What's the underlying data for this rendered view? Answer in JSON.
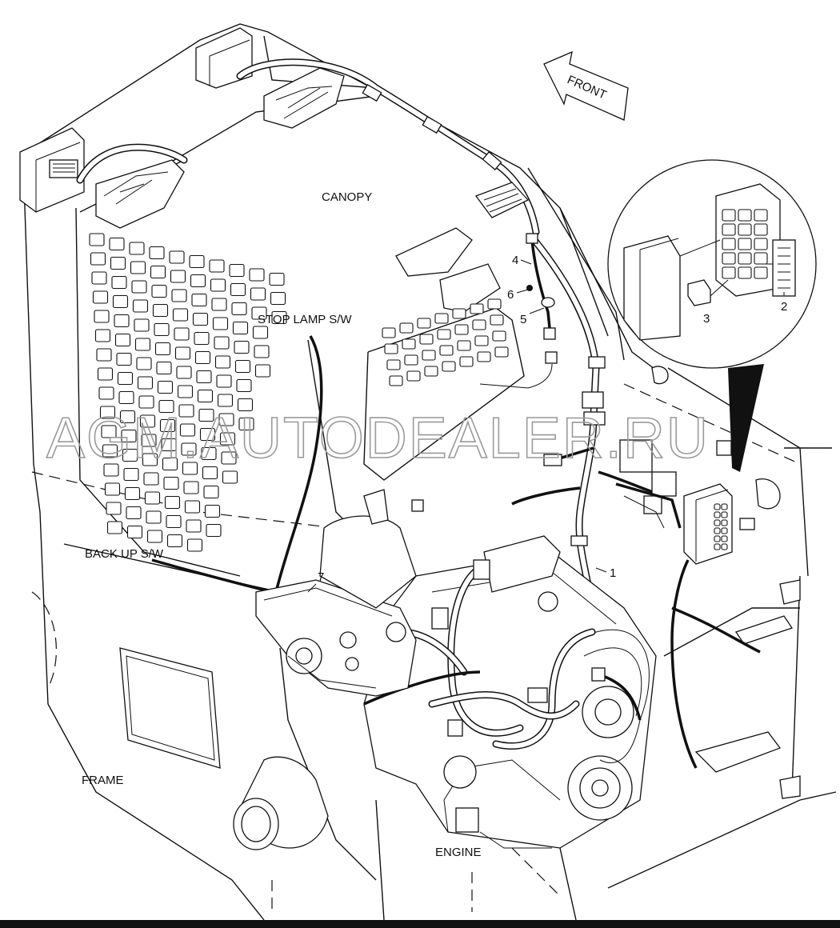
{
  "labels": {
    "canopy": "CANOPY",
    "front": "FRONT",
    "stop_lamp_sw": "STOP LAMP S/W",
    "back_up_sw": "BACK UP S/W",
    "frame": "FRAME",
    "engine": "ENGINE"
  },
  "callouts": {
    "c1": "1",
    "c2": "2",
    "c3": "3",
    "c4": "4",
    "c5": "5",
    "c6": "6",
    "c7": "7"
  },
  "watermark": "AGM.AUTODEALER.RU"
}
